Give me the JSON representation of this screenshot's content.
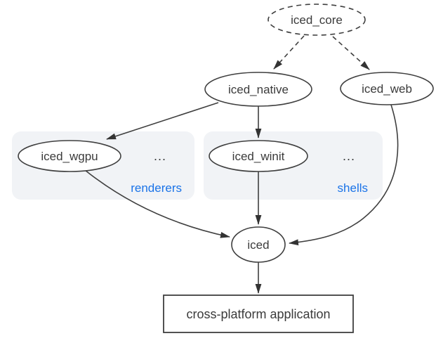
{
  "diagram": {
    "colors": {
      "stroke": "#3f3f3f",
      "text": "#3b3b3b",
      "accent_blue": "#1a73e8",
      "group_fill": "#f1f3f6",
      "background": "#ffffff"
    },
    "nodes": {
      "iced_core": {
        "label": "iced_core",
        "shape": "ellipse-dashed"
      },
      "iced_native": {
        "label": "iced_native",
        "shape": "ellipse"
      },
      "iced_web": {
        "label": "iced_web",
        "shape": "ellipse"
      },
      "iced_wgpu": {
        "label": "iced_wgpu",
        "shape": "ellipse"
      },
      "iced_winit": {
        "label": "iced_winit",
        "shape": "ellipse"
      },
      "iced": {
        "label": "iced",
        "shape": "ellipse"
      },
      "application": {
        "label": "cross-platform application",
        "shape": "rect"
      }
    },
    "groups": {
      "renderers": {
        "label": "renderers",
        "ellipsis": "..."
      },
      "shells": {
        "label": "shells",
        "ellipsis": "..."
      }
    },
    "edges": [
      {
        "from": "iced_core",
        "to": "iced_native",
        "style": "dashed"
      },
      {
        "from": "iced_core",
        "to": "iced_web",
        "style": "dashed"
      },
      {
        "from": "iced_native",
        "to": "iced_wgpu",
        "style": "solid"
      },
      {
        "from": "iced_native",
        "to": "iced_winit",
        "style": "solid"
      },
      {
        "from": "iced_winit",
        "to": "iced",
        "style": "solid"
      },
      {
        "from": "iced_wgpu",
        "to": "iced",
        "style": "solid"
      },
      {
        "from": "iced_web",
        "to": "iced",
        "style": "solid"
      },
      {
        "from": "iced",
        "to": "application",
        "style": "solid"
      }
    ]
  }
}
